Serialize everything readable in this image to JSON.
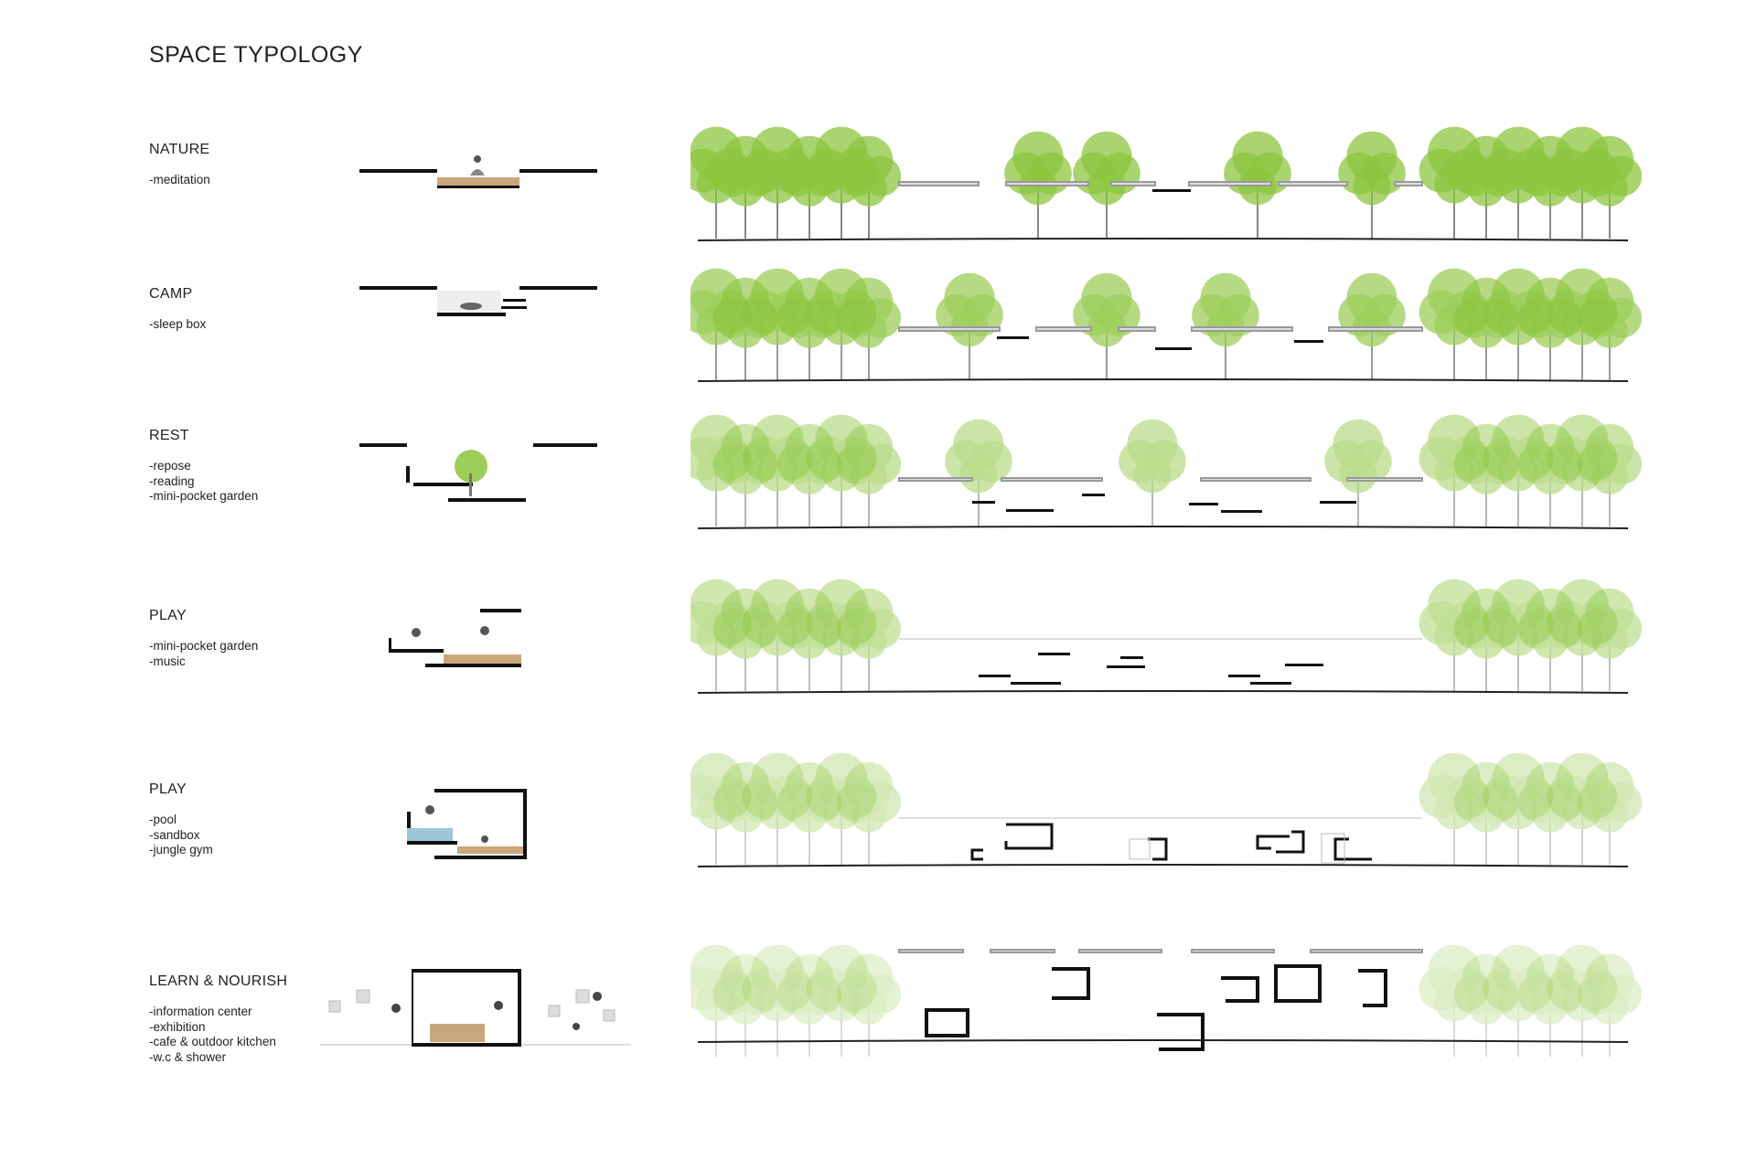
{
  "title": "SPACE TYPOLOGY",
  "colors": {
    "tree_green": "#8cc63f",
    "tree_light": "#cfe7a8",
    "structure": "#111111",
    "wood": "#c9a77a",
    "water": "#9cc7d8"
  },
  "typologies": [
    {
      "name": "NATURE",
      "items": [
        "-meditation"
      ]
    },
    {
      "name": "CAMP",
      "items": [
        "-sleep box"
      ]
    },
    {
      "name": "REST",
      "items": [
        "-repose",
        "-reading",
        "-mini-pocket garden"
      ]
    },
    {
      "name": "PLAY",
      "items": [
        "-mini-pocket garden",
        "-music"
      ]
    },
    {
      "name": "PLAY",
      "items": [
        "-pool",
        "-sandbox",
        "-jungle gym"
      ]
    },
    {
      "name": "LEARN & NOURISH",
      "items": [
        "-information center",
        "-exhibition",
        "-cafe & outdoor kitchen",
        "-w.c & shower"
      ]
    }
  ]
}
